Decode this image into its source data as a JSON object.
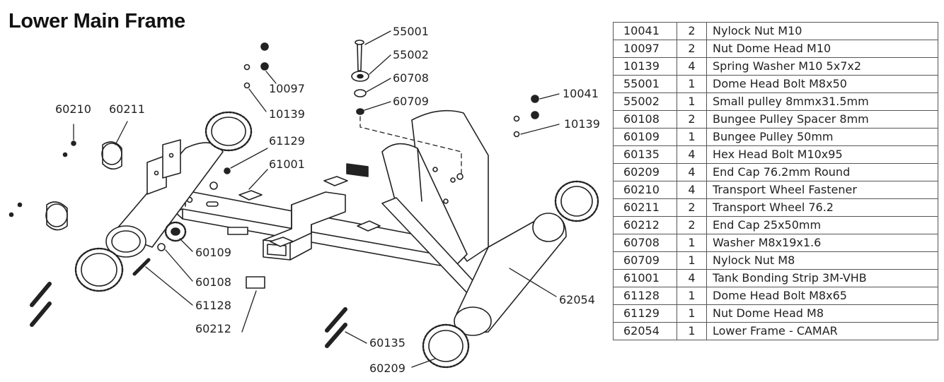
{
  "title": "Lower Main Frame",
  "callouts": {
    "c55001": "55001",
    "c55002": "55002",
    "c60708": "60708",
    "c60709": "60709",
    "c10097": "10097",
    "c10139a": "10139",
    "c10041": "10041",
    "c10139b": "10139",
    "c60210": "60210",
    "c60211": "60211",
    "c61129": "61129",
    "c61001": "61001",
    "c60109": "60109",
    "c60108": "60108",
    "c61128": "61128",
    "c60212": "60212",
    "c62054": "62054",
    "c60135": "60135",
    "c60209": "60209"
  },
  "parts": [
    {
      "number": "10041",
      "qty": "2",
      "description": "Nylock Nut M10"
    },
    {
      "number": "10097",
      "qty": "2",
      "description": "Nut Dome Head M10"
    },
    {
      "number": "10139",
      "qty": "4",
      "description": "Spring Washer M10 5x7x2"
    },
    {
      "number": "55001",
      "qty": "1",
      "description": "Dome Head Bolt M8x50"
    },
    {
      "number": "55002",
      "qty": "1",
      "description": "Small pulley  8mmx31.5mm"
    },
    {
      "number": "60108",
      "qty": "2",
      "description": "Bungee Pulley Spacer 8mm"
    },
    {
      "number": "60109",
      "qty": "1",
      "description": "Bungee Pulley 50mm"
    },
    {
      "number": "60135",
      "qty": "4",
      "description": "Hex Head Bolt M10x95"
    },
    {
      "number": "60209",
      "qty": "4",
      "description": "End Cap 76.2mm Round"
    },
    {
      "number": "60210",
      "qty": "4",
      "description": "Transport Wheel Fastener"
    },
    {
      "number": "60211",
      "qty": "2",
      "description": "Transport Wheel 76.2"
    },
    {
      "number": "60212",
      "qty": "2",
      "description": "End Cap 25x50mm"
    },
    {
      "number": "60708",
      "qty": "1",
      "description": "Washer M8x19x1.6"
    },
    {
      "number": "60709",
      "qty": "1",
      "description": "Nylock Nut M8"
    },
    {
      "number": "61001",
      "qty": "4",
      "description": "Tank Bonding Strip 3M-VHB"
    },
    {
      "number": "61128",
      "qty": "1",
      "description": "Dome Head Bolt M8x65"
    },
    {
      "number": "61129",
      "qty": "1",
      "description": "Nut Dome Head M8"
    },
    {
      "number": "62054",
      "qty": "1",
      "description": "Lower Frame - CAMAR"
    }
  ]
}
